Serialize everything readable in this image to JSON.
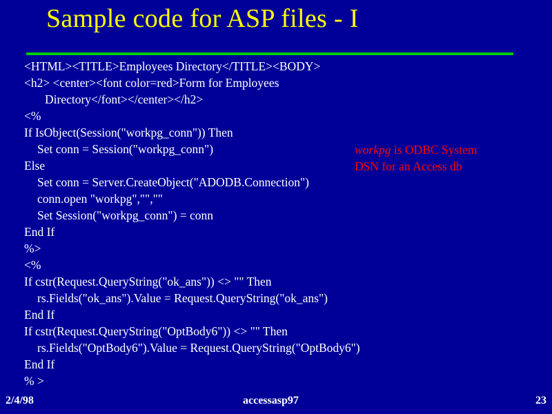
{
  "slide": {
    "title": "Sample code for ASP files - I",
    "code_lines": [
      "<HTML><TITLE>Employees Directory</TITLE><BODY>",
      "<h2> <center><font color=red>Form for Employees",
      "Directory</font></center></h2>",
      "<%",
      "If IsObject(Session(\"workpg_conn\")) Then",
      "Set conn = Session(\"workpg_conn\")",
      "Else",
      "Set conn = Server.CreateObject(\"ADODB.Connection\")",
      "conn.open \"workpg\",\"\",\"\"",
      "Set Session(\"workpg_conn\") = conn",
      "End If",
      "%>",
      "<%",
      "If cstr(Request.QueryString(\"ok_ans\")) <> \"\" Then",
      "rs.Fields(\"ok_ans\").Value = Request.QueryString(\"ok_ans\")",
      "End If",
      "If cstr(Request.QueryString(\"OptBody6\")) <> \"\" Then",
      "rs.Fields(\"OptBody6\").Value = Request.QueryString(\"OptBody6\")",
      "End If",
      "% >"
    ],
    "note": {
      "italic_word": "workpg",
      "line1_rest": " is ODBC System",
      "line2": "DSN for an Access db"
    },
    "footer": {
      "date": "2/4/98",
      "filename": "accessasp97",
      "page_number": "23"
    },
    "colors": {
      "background": "#000099",
      "title": "#ffff00",
      "rule": "#00cc00",
      "code_text": "#ffffff",
      "note_text": "#ff0000"
    }
  }
}
